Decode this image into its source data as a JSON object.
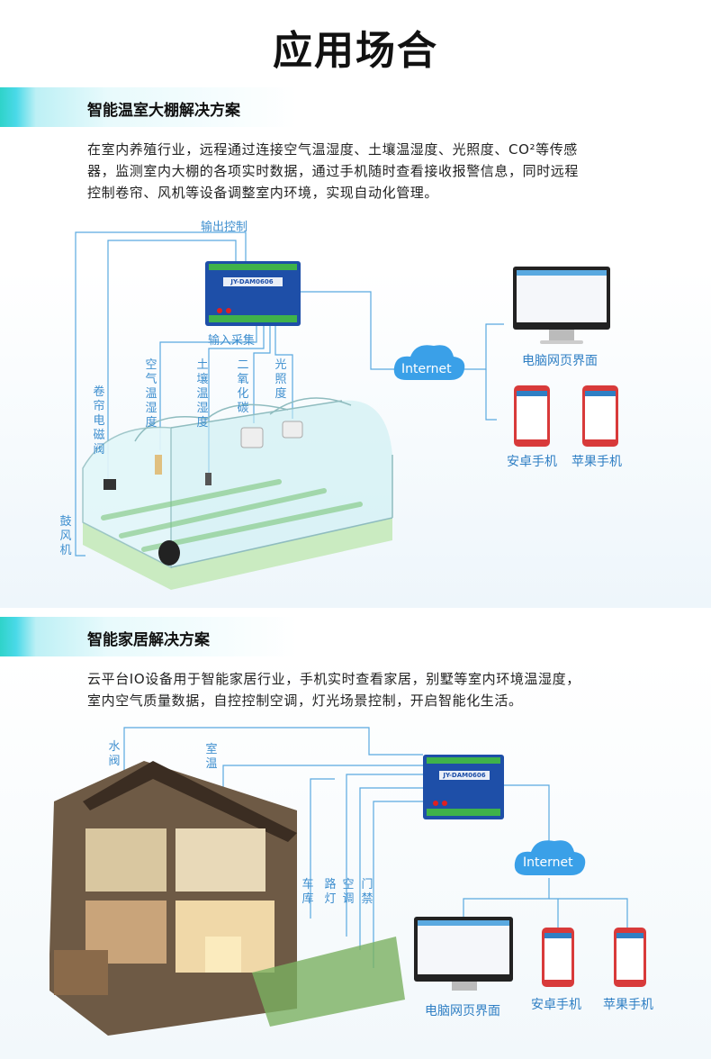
{
  "page_title": "应用场合",
  "section1": {
    "heading": "智能温室大棚解决方案",
    "paragraph_lines": [
      "在室内养殖行业，远程通过连接空气温湿度、土壤温湿度、光照度、CO²等传感",
      "器，监测室内大棚的各项实时数据，通过手机随时查看接收报警信息，同时远程",
      "控制卷帘、风机等设备调整室内环境，实现自动化管理。"
    ],
    "labels": {
      "output_control": "输出控制",
      "input_collect": "输入采集",
      "air_temp_hum": "空气温湿度",
      "soil_temp_hum": "土壤温湿度",
      "co2": "二氧化碳",
      "light": "光照度",
      "curtain_valve": "卷帘电磁阀",
      "fan": "鼓风机"
    },
    "device_model": "JY-DAM0606",
    "internet": "Internet",
    "pc_label": "电脑网页界面",
    "android_label": "安卓手机",
    "apple_label": "苹果手机"
  },
  "section2": {
    "heading": "智能家居解决方案",
    "paragraph_lines": [
      "云平台IO设备用于智能家居行业，手机实时查看家居，别墅等室内环境温湿度，",
      "室内空气质量数据，自控控制空调，灯光场景控制，开启智能化生活。"
    ],
    "labels": {
      "water_valve": "水阀",
      "room_temp": "室温",
      "garage": "车库",
      "road_light": "路灯",
      "aircon": "空调",
      "access": "门禁"
    },
    "device_model": "JY-DAM0606",
    "internet": "Internet",
    "pc_label": "电脑网页界面",
    "android_label": "安卓手机",
    "apple_label": "苹果手机"
  },
  "colors": {
    "accent_band": "#2fd3c9",
    "line_blue": "#5aa9e0",
    "cloud": "#3aa0e8",
    "device_blue": "#1e4fa8",
    "terminal_green": "#3fb24a",
    "label_blue": "#3f8fcf"
  }
}
